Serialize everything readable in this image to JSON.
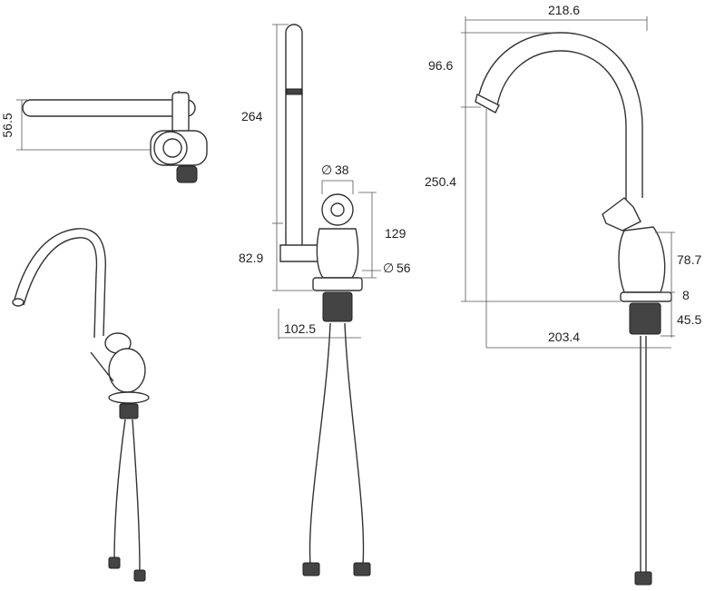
{
  "top_view": {
    "dim_width": "56.5"
  },
  "front_view": {
    "dim_spout_height": "264",
    "dim_handle_diameter": "38",
    "dim_body_height": "129",
    "dim_outlet_height": "82.9",
    "dim_base_diameter": "56",
    "dim_reach": "102.5",
    "diameter_symbol": "∅"
  },
  "side_view": {
    "dim_overall_width": "218.6",
    "dim_spout_drop": "96.6",
    "dim_spout_clearance": "250.4",
    "dim_body_height": "78.7",
    "dim_base_thickness": "8",
    "dim_shank_length": "45.5",
    "dim_spout_reach": "203.4"
  }
}
